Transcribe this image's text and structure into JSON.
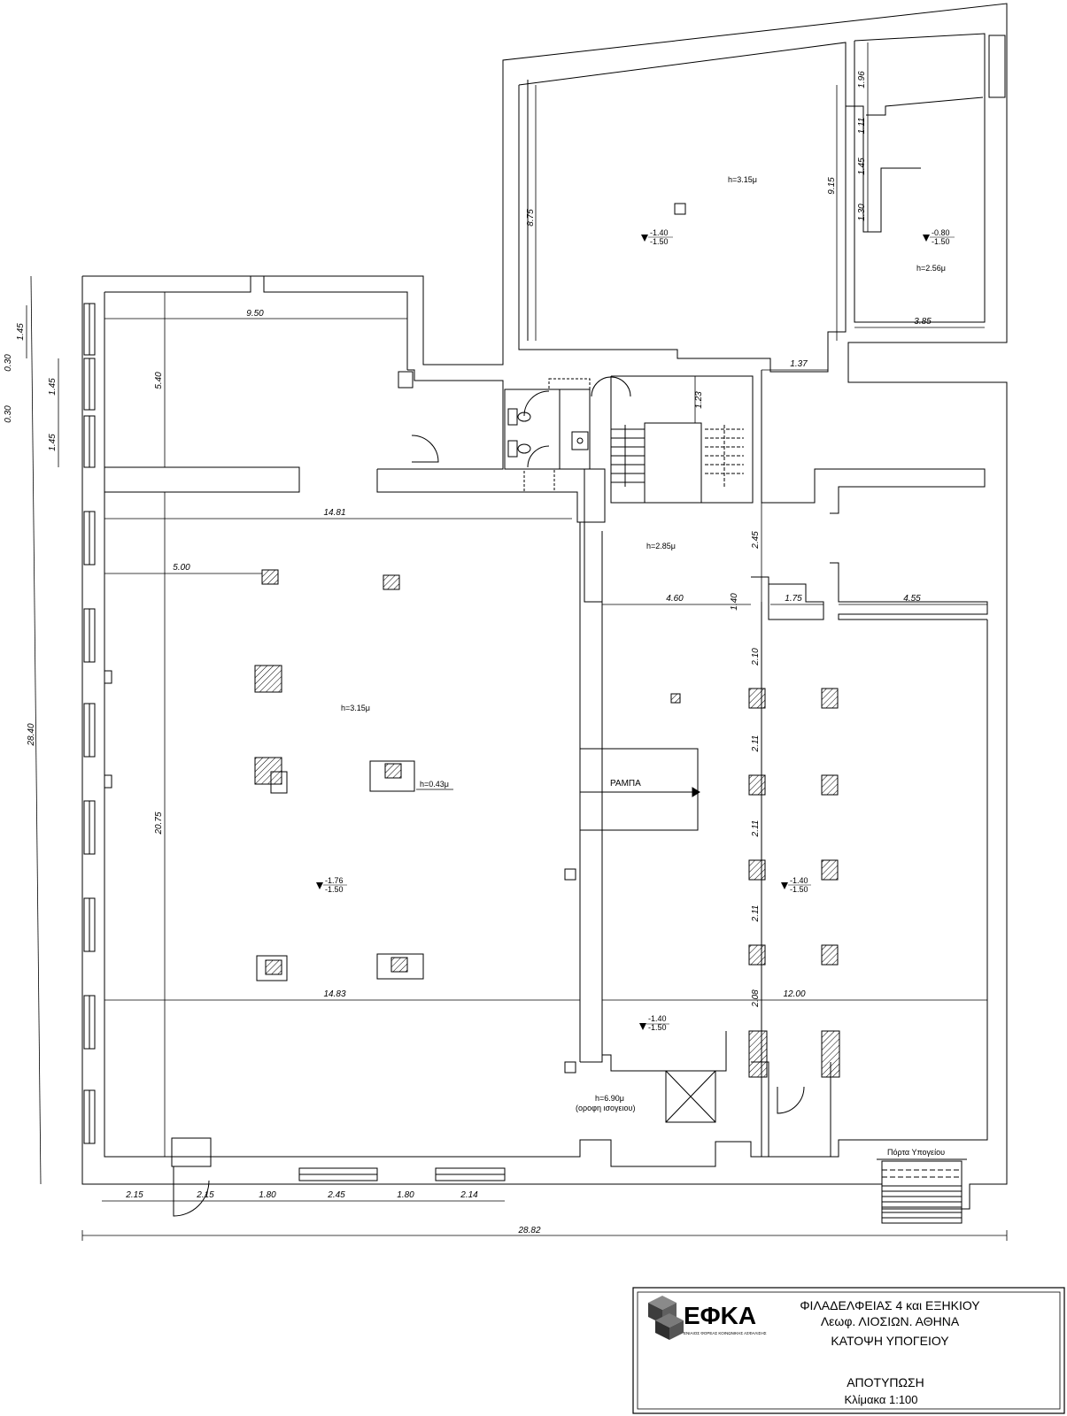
{
  "overall_dims": {
    "total_width": "28.82",
    "total_height": "28.40"
  },
  "bottom_dims": [
    "2.15",
    "2.15",
    "1.80",
    "2.45",
    "1.80",
    "2.14"
  ],
  "left_dims": [
    "1.45",
    "0.30",
    "1.45",
    "0.30",
    "1.45"
  ],
  "room_dims": {
    "nw_width": "9.50",
    "nw_height": "5.40",
    "main_top": "14.81",
    "main_sub": "5.00",
    "main_height": "20.75",
    "main_bottom": "14.83",
    "north_height": "8.75",
    "north_right": "9.15",
    "ne_col": [
      "1.96",
      "1.11",
      "1.45",
      "1.30"
    ],
    "ne_width": "3.85",
    "corridor": "1.37",
    "stair": "1.23",
    "middle_col": [
      "2.45",
      "1.40",
      "2.10",
      "2.11",
      "2.11",
      "2.11",
      "2.08"
    ],
    "middle_width": "4.60",
    "east_a": "1.75",
    "east_b": "4.55",
    "east_main": "12.00"
  },
  "heights": {
    "north": "h=3.15μ",
    "ne": "h=2.56μ",
    "center": "h=2.85μ",
    "main": "h=3.15μ",
    "raised": "h=0.43μ",
    "double": "h=6.90μ",
    "double_note": "(οροφη ισογειου)"
  },
  "levels": {
    "north": [
      "-1.40",
      "-1.50"
    ],
    "ne": [
      "-0.80",
      "-1.50"
    ],
    "main": [
      "-1.76",
      "-1.50"
    ],
    "east": [
      "-1.40",
      "-1.50"
    ],
    "south": [
      "-1.40",
      "-1.50"
    ]
  },
  "ramp_label": "ΡΑΜΠΑ",
  "basement_door_label": "Πόρτα  Υπογείου",
  "title_block": {
    "logo_text": "ΕΦΚΑ",
    "logo_subtitle": "ΕΝΙΑΙΟΣ ΦΟΡΕΑΣ ΚΟΙΝΩΝΙΚΗΣ ΑΣΦΑΛΙΣΗΣ",
    "address_1": "ΦΙΛΑΔΕΛΦΕΙΑΣ 4 και ΕΞΗΚΙΟΥ",
    "address_2": "Λεωφ. ΛΙΟΣΙΩΝ. ΑΘΗΝΑ",
    "drawing": "ΚΑΤΟΨΗ  ΥΠΟΓΕΙΟΥ",
    "type": "ΑΠΟΤΥΠΩΣΗ",
    "scale": "Κλίμακα  1:100"
  }
}
